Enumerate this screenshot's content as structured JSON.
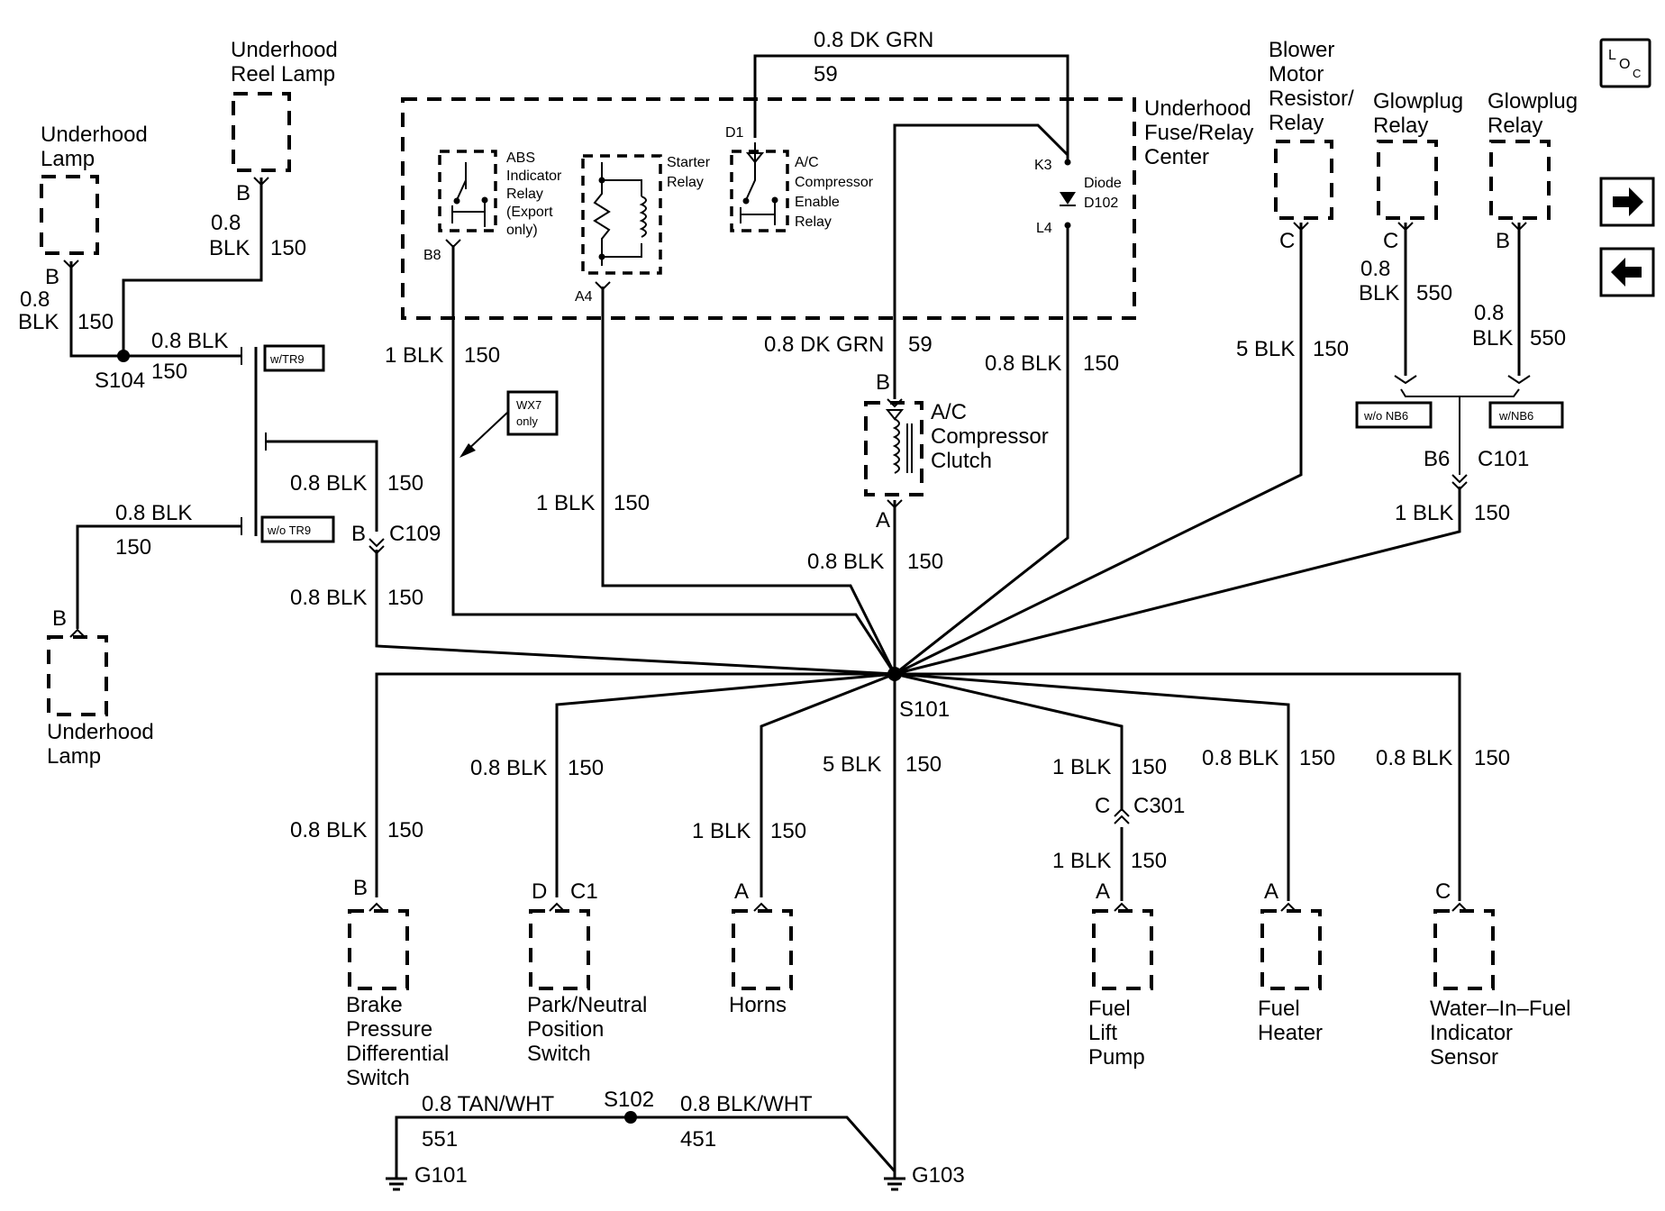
{
  "components": {
    "underhood_lamp_1": [
      "Underhood",
      "Lamp"
    ],
    "underhood_reel_lamp": [
      "Underhood",
      "Reel Lamp"
    ],
    "underhood_lamp_2": [
      "Underhood",
      "Lamp"
    ],
    "fuse_relay_center": [
      "Underhood",
      "Fuse/Relay",
      "Center"
    ],
    "abs_relay": [
      "ABS",
      "Indicator",
      "Relay",
      "(Export",
      "only)"
    ],
    "starter_relay": [
      "Starter",
      "Relay"
    ],
    "ac_enable_relay": [
      "A/C",
      "Compressor",
      "Enable",
      "Relay"
    ],
    "diode": [
      "Diode",
      "D102"
    ],
    "ac_clutch": [
      "A/C",
      "Compressor",
      "Clutch"
    ],
    "blower_relay": [
      "Blower",
      "Motor",
      "Resistor/",
      "Relay"
    ],
    "glowplug_relay_1": [
      "Glowplug",
      "Relay"
    ],
    "glowplug_relay_2": [
      "Glowplug",
      "Relay"
    ],
    "brake_switch": [
      "Brake",
      "Pressure",
      "Differential",
      "Switch"
    ],
    "park_neutral": [
      "Park/Neutral",
      "Position",
      "Switch"
    ],
    "horns": [
      "Horns"
    ],
    "fuel_lift_pump": [
      "Fuel",
      "Lift",
      "Pump"
    ],
    "fuel_heater": [
      "Fuel",
      "Heater"
    ],
    "wif_sensor": [
      "Water–In–Fuel",
      "Indicator",
      "Sensor"
    ]
  },
  "options": {
    "w_tr9": "w/TR9",
    "wo_tr9": "w/o TR9",
    "wx7": [
      "WX7",
      "only"
    ],
    "wo_nb6": "w/o NB6",
    "w_nb6": "w/NB6"
  },
  "nav": {
    "loc_l": "L",
    "loc_o": "O",
    "loc_c": "C"
  },
  "labels": {
    "t_dkgrn_top": "0.8 DK GRN",
    "c_59_top": "59",
    "pin_d1": "D1",
    "pin_k3": "K3",
    "pin_l4": "L4",
    "pin_b8": "B8",
    "pin_a4": "A4",
    "pin_b_reel": "B",
    "pin_b_lamp1": "B",
    "pin_b_lamp2": "B",
    "g_reel": "0.8",
    "g_reel2": "BLK",
    "c_reel": "150",
    "g_lamp1": "0.8",
    "g_lamp1b": "BLK",
    "c_lamp1": "150",
    "s104": "S104",
    "t_s104_right": "0.8 BLK",
    "c_s104_right": "150",
    "t_lamp2": "0.8 BLK",
    "c_lamp2": "150",
    "t_c109_up": "0.8 BLK",
    "c_c109_up": "150",
    "pin_c109": "B",
    "c109": "C109",
    "t_c109_dn": "0.8 BLK",
    "c_c109_dn": "150",
    "t_abs": "1 BLK",
    "c_abs": "150",
    "t_starter": "1 BLK",
    "c_starter": "150",
    "t_dkgrn_mid": "0.8 DK GRN",
    "c_59_mid": "59",
    "pin_clutch_b": "B",
    "pin_clutch_a": "A",
    "t_clutch_dn": "0.8 BLK",
    "c_clutch_dn": "150",
    "t_diode": "0.8 BLK",
    "c_diode": "150",
    "pin_blower": "C",
    "t_blower": "5 BLK",
    "c_blower": "150",
    "pin_gp1": "C",
    "t_gp1a": "0.8",
    "t_gp1b": "BLK",
    "c_gp1": "550",
    "pin_gp2": "B",
    "t_gp2a": "0.8",
    "t_gp2b": "BLK",
    "c_gp2": "550",
    "pin_c101": "B6",
    "c101": "C101",
    "t_c101": "1 BLK",
    "c_c101": "150",
    "s101": "S101",
    "t_brake": "0.8 BLK",
    "c_brake": "150",
    "pin_brake": "B",
    "t_pn": "0.8 BLK",
    "c_pn": "150",
    "pin_pn_d": "D",
    "pin_pn_c1": "C1",
    "t_horns": "1 BLK",
    "c_horns": "150",
    "pin_horns": "A",
    "t_ground": "5 BLK",
    "c_ground": "150",
    "t_pump_up": "1 BLK",
    "c_pump_up": "150",
    "pin_c301": "C",
    "c301": "C301",
    "t_pump_dn": "1 BLK",
    "c_pump_dn": "150",
    "pin_pump": "A",
    "t_heater": "0.8 BLK",
    "c_heater": "150",
    "pin_heater": "A",
    "t_wif": "0.8 BLK",
    "c_wif": "150",
    "pin_wif": "C",
    "t_tanwht": "0.8 TAN/WHT",
    "c_551": "551",
    "s102": "S102",
    "t_blkwht": "0.8 BLK/WHT",
    "c_451": "451",
    "g101": "G101",
    "g103": "G103"
  }
}
